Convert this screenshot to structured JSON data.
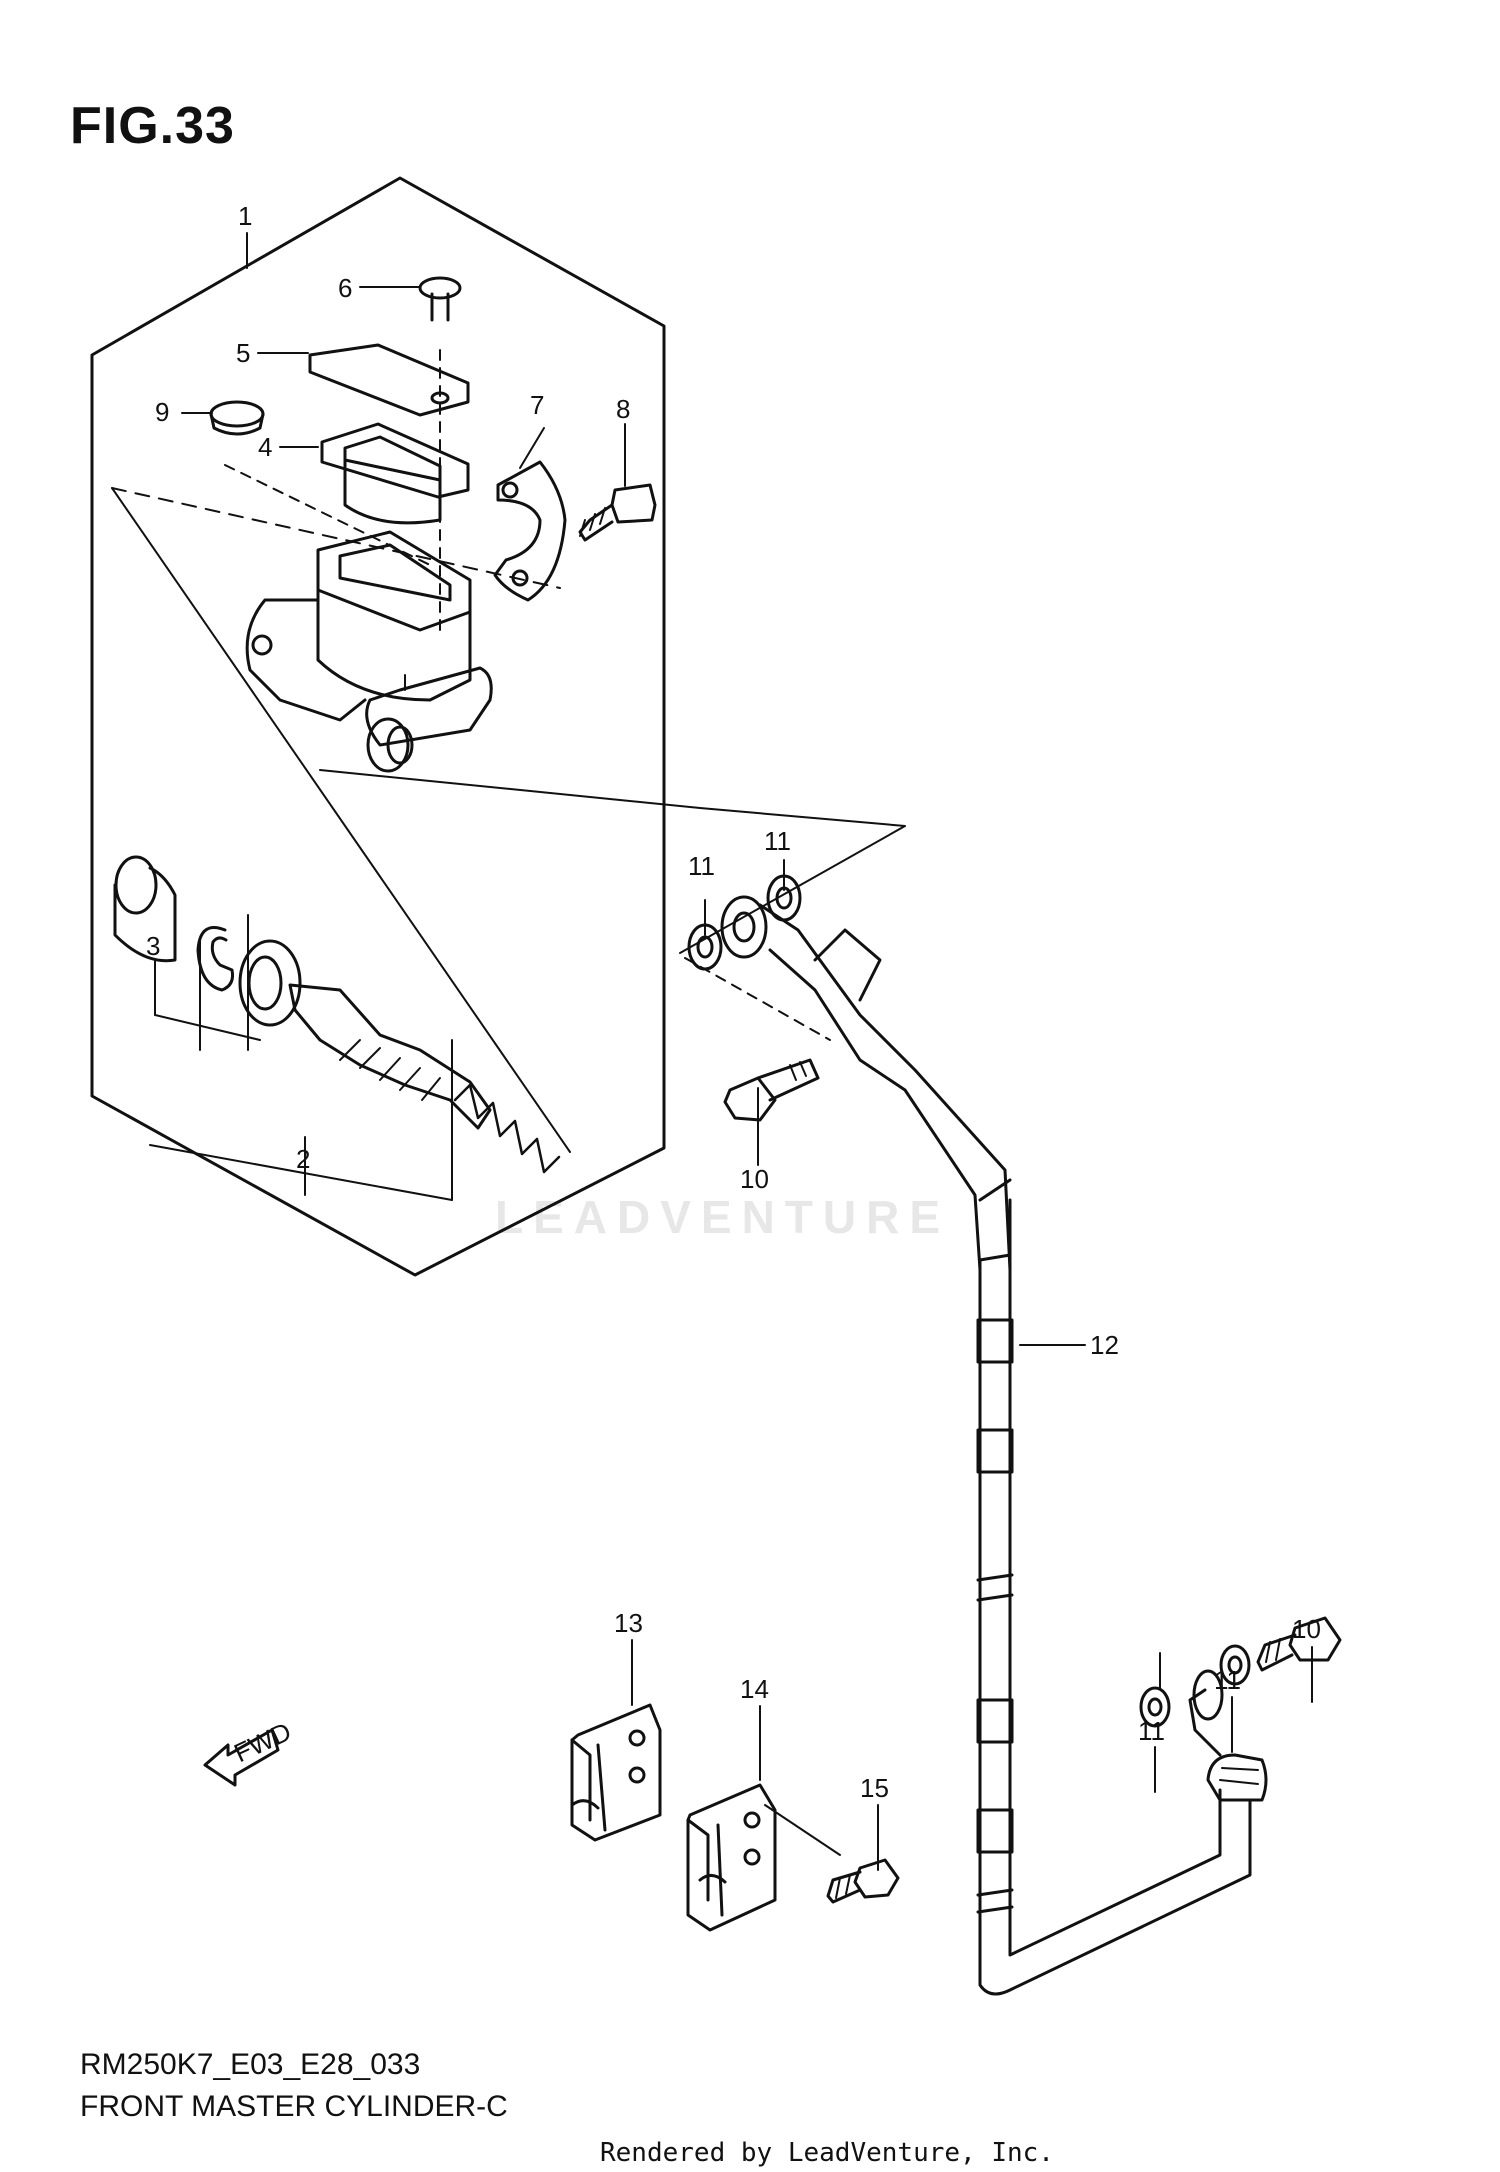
{
  "figure": {
    "title": "FIG.33",
    "model_code": "RM250K7_E03_E28_033",
    "part_name": "FRONT MASTER CYLINDER-C",
    "credit": "Rendered by LeadVenture, Inc.",
    "watermark": "LEADVENTURE",
    "fwd_label": "FWD"
  },
  "callouts": {
    "c1": "1",
    "c2": "2",
    "c3": "3",
    "c4": "4",
    "c5": "5",
    "c6": "6",
    "c7": "7",
    "c8": "8",
    "c9": "9",
    "c10a": "10",
    "c10b": "10",
    "c11a": "11",
    "c11b": "11",
    "c11c": "11",
    "c11d": "11",
    "c12": "12",
    "c13": "13",
    "c14": "14",
    "c15": "15"
  },
  "colors": {
    "line": "#111111",
    "background": "#ffffff",
    "watermark": "#e7e7e7"
  }
}
